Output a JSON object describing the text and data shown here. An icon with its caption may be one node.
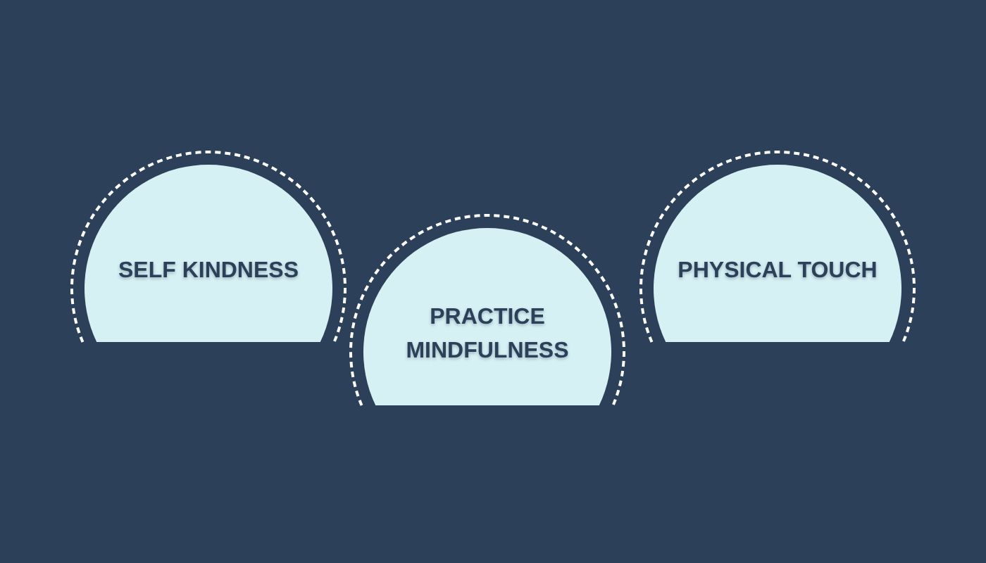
{
  "diagram": {
    "nodes": [
      {
        "text": [
          "SELF KINDNESS"
        ]
      },
      {
        "text": [
          "PRACTICE MINDFULNESS"
        ]
      },
      {
        "text": [
          "PHYSICAL TOUCH"
        ]
      }
    ]
  }
}
